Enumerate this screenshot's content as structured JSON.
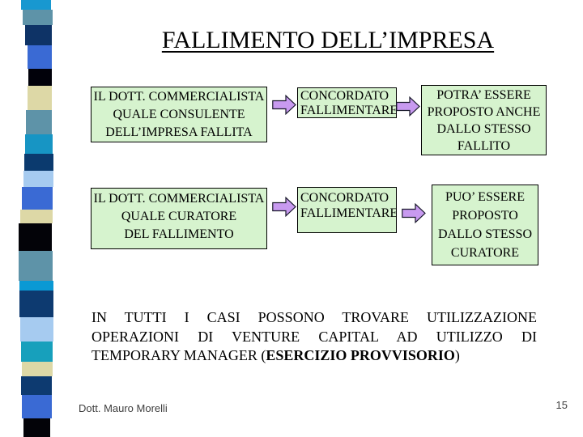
{
  "title": "FALLIMENTO DELL’IMPRESA",
  "rows": [
    {
      "left": [
        "IL DOTT. COMMERCIALISTA",
        "QUALE CONSULENTE",
        "DELL’IMPRESA FALLITA"
      ],
      "middle": [
        "CONCORDATO",
        "FALLIMENTARE"
      ],
      "right": [
        "POTRA’ ESSERE",
        "PROPOSTO ANCHE",
        "DALLO STESSO",
        "FALLITO"
      ]
    },
    {
      "left": [
        "IL DOTT. COMMERCIALISTA",
        "QUALE CURATORE",
        "DEL FALLIMENTO"
      ],
      "middle": [
        "CONCORDATO",
        "FALLIMENTARE"
      ],
      "right": [
        "PUO’ ESSERE",
        "PROPOSTO",
        "DALLO STESSO",
        "CURATORE"
      ]
    }
  ],
  "paragraph": {
    "lines": [
      "IN TUTTI I CASI POSSONO TROVARE UTILIZZAZIONE",
      "OPERAZIONI DI VENTURE CAPITAL AD UTILIZZO DI"
    ],
    "line3_prefix": "TEMPORARY MANAGER (",
    "line3_bold": "ESERCIZIO PROVVISORIO",
    "line3_suffix": ")"
  },
  "footer": {
    "author": "Dott. Mauro Morelli",
    "page_number": "15"
  },
  "colors": {
    "box_fill": "#d6f3ce",
    "box_border": "#000000",
    "arrow_fill": "#c89af0",
    "arrow_outline": "#18182a",
    "text_color": "#000000",
    "footer_color": "#3f3f3f"
  },
  "stripe_blocks": [
    [
      12,
      26,
      37,
      "#1898d0"
    ],
    [
      19,
      28,
      37,
      "#5e93a8"
    ],
    [
      25,
      31,
      33,
      "#0e3366"
    ],
    [
      29,
      34,
      30,
      "#3a6ad4"
    ],
    [
      21,
      35,
      29,
      "#01010a"
    ],
    [
      30,
      34,
      30,
      "#ddd8a6"
    ],
    [
      30,
      32,
      32,
      "#5e93a8"
    ],
    [
      24,
      31,
      34,
      "#1795c4"
    ],
    [
      21,
      30,
      36,
      "#0b3a6e"
    ],
    [
      20,
      29,
      37,
      "#a6cbf0"
    ],
    [
      28,
      27,
      38,
      "#3a6ad4"
    ],
    [
      17,
      25,
      40,
      "#ddd8a6"
    ],
    [
      34,
      23,
      41,
      "#030308"
    ],
    [
      37,
      23,
      42,
      "#5e93a8"
    ],
    [
      12,
      24,
      42,
      "#0a99d4"
    ],
    [
      33,
      24,
      42,
      "#0d3a70"
    ],
    [
      30,
      25,
      41,
      "#a6cbf0"
    ],
    [
      25,
      26,
      39,
      "#17a0bc"
    ],
    [
      18,
      27,
      38,
      "#ddd8a6"
    ],
    [
      23,
      26,
      38,
      "#0d3a70"
    ],
    [
      29,
      27,
      37,
      "#3a6ad4"
    ],
    [
      23,
      29,
      33,
      "#030308"
    ]
  ]
}
